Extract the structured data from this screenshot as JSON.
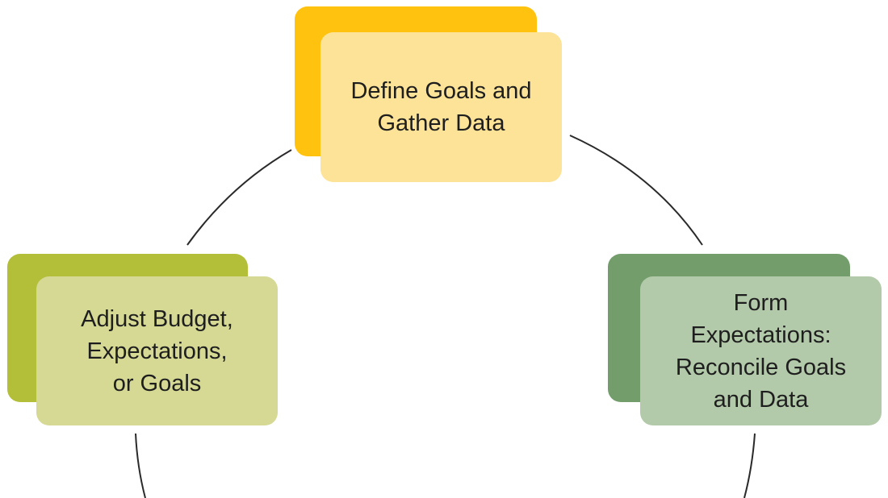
{
  "diagram": {
    "nodes": {
      "top": {
        "lines": [
          "Define Goals and",
          "Gather Data"
        ],
        "back_color": "#ffc20e",
        "front_color": "#fde397"
      },
      "right": {
        "lines": [
          "Form",
          "Expectations:",
          "Reconcile Goals",
          "and Data"
        ],
        "back_color": "#739e6c",
        "front_color": "#b2caa9"
      },
      "left": {
        "lines": [
          "Adjust Budget,",
          "Expectations,",
          "or Goals"
        ],
        "back_color": "#b3be39",
        "front_color": "#d5d994"
      }
    },
    "connector_color": "#2a2a2a",
    "layout": "cycle"
  }
}
